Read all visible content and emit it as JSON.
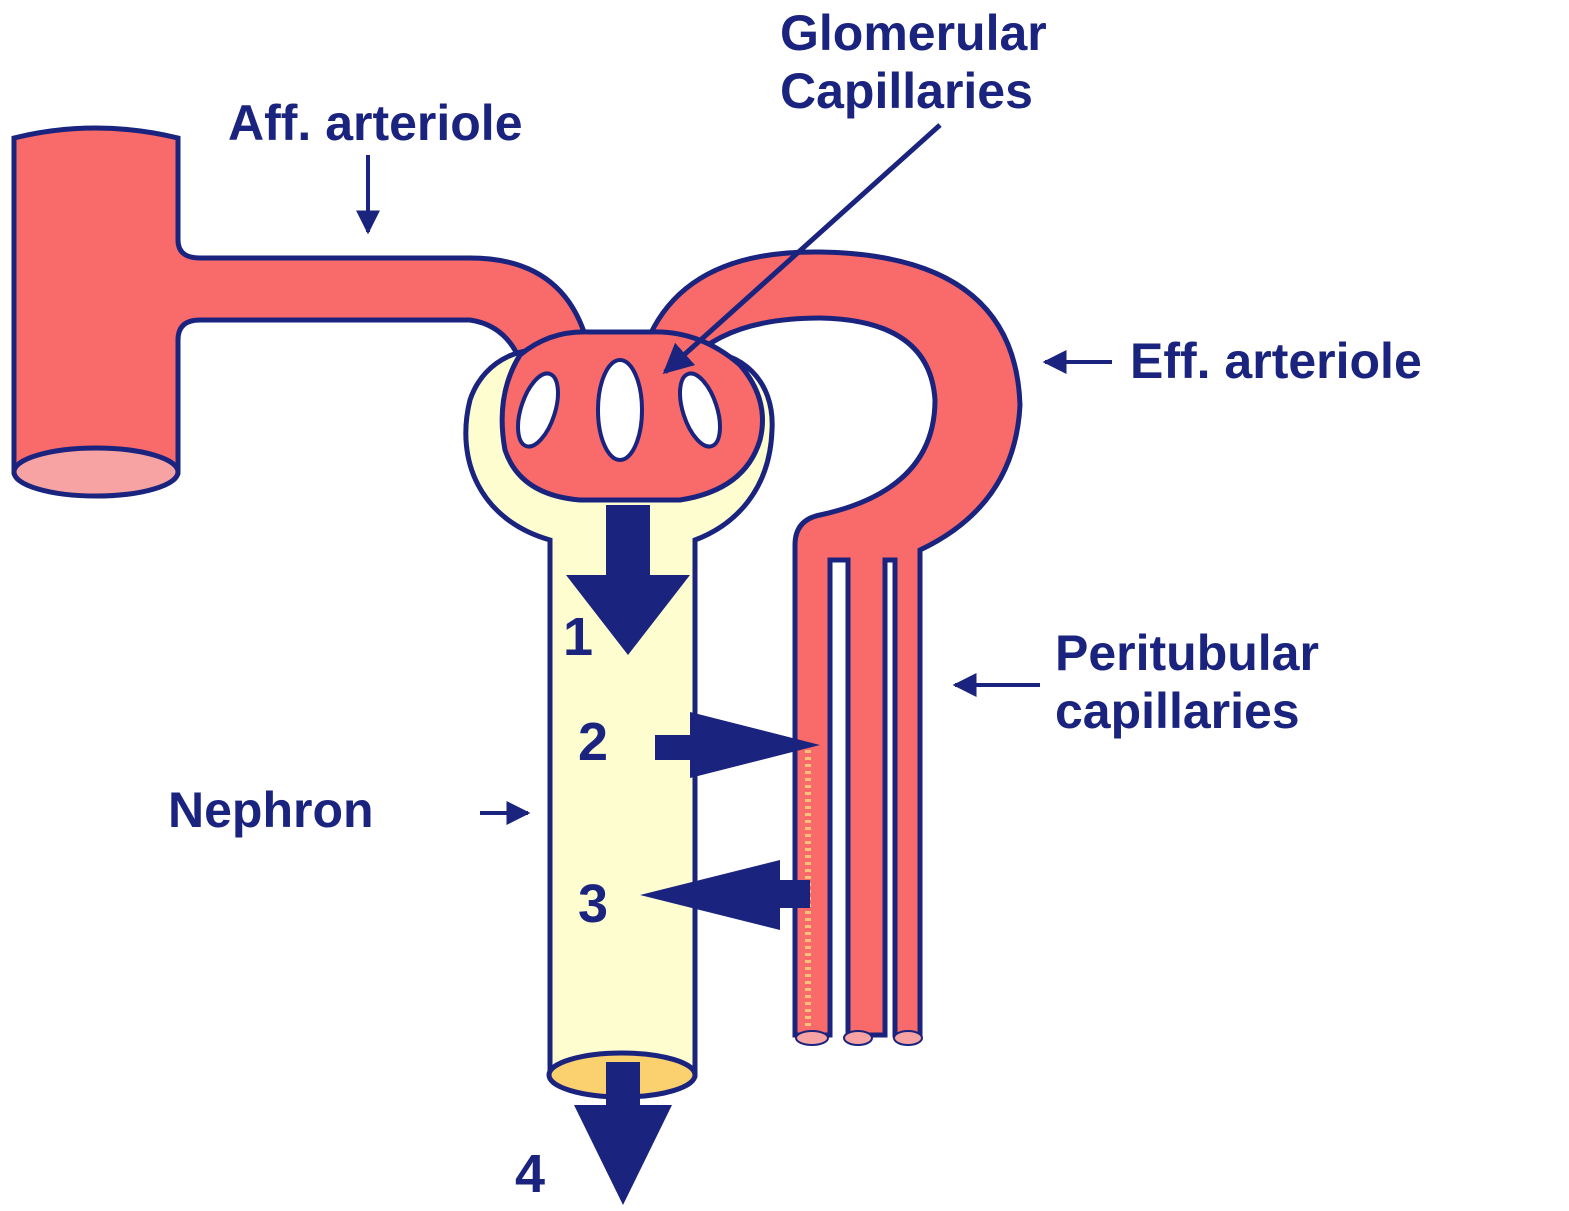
{
  "labels": {
    "glomerular_line1": "Glomerular",
    "glomerular_line2": "Capillaries",
    "aff_arteriole": "Aff. arteriole",
    "eff_arteriole": "Eff. arteriole",
    "peritubular_line1": "Peritubular",
    "peritubular_line2": "capillaries",
    "nephron": "Nephron"
  },
  "steps": [
    "1",
    "2",
    "3",
    "4"
  ],
  "colors": {
    "vessel": "#f96a6a",
    "vessel_end": "#f7a3a3",
    "tubule": "#fefdd0",
    "tubule_end": "#fbd06e",
    "outline": "#1a237e",
    "text": "#1a237e"
  }
}
